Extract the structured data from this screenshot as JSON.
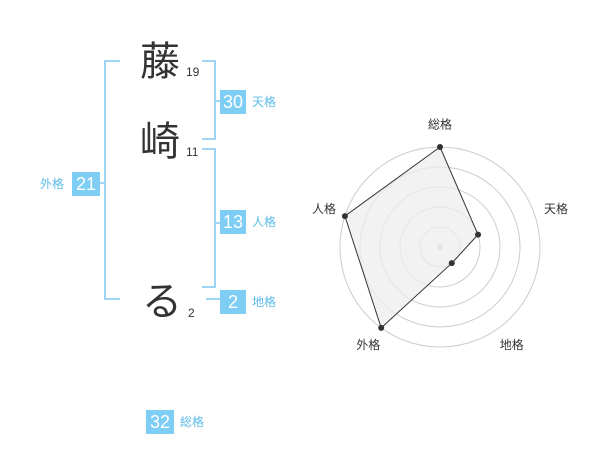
{
  "name": {
    "chars": [
      {
        "char": "藤",
        "strokes": "19"
      },
      {
        "char": "崎",
        "strokes": "11"
      },
      {
        "char": "る",
        "strokes": "2"
      }
    ]
  },
  "fortunes": {
    "tenkaku": {
      "value": "30",
      "label": "天格"
    },
    "jinkaku": {
      "value": "13",
      "label": "人格"
    },
    "chikaku": {
      "value": "2",
      "label": "地格"
    },
    "gaikaku": {
      "value": "21",
      "label": "外格"
    },
    "soukaku": {
      "value": "32",
      "label": "総格"
    }
  },
  "chart_data": {
    "type": "radar",
    "axes": [
      "総格",
      "天格",
      "地格",
      "外格",
      "人格"
    ],
    "values": [
      5,
      2,
      1,
      5,
      5
    ],
    "max": 5,
    "rings": 5,
    "colors": {
      "fill": "#eeeeee",
      "ring": "#cccccc",
      "line": "#333333",
      "point": "#333333"
    }
  }
}
